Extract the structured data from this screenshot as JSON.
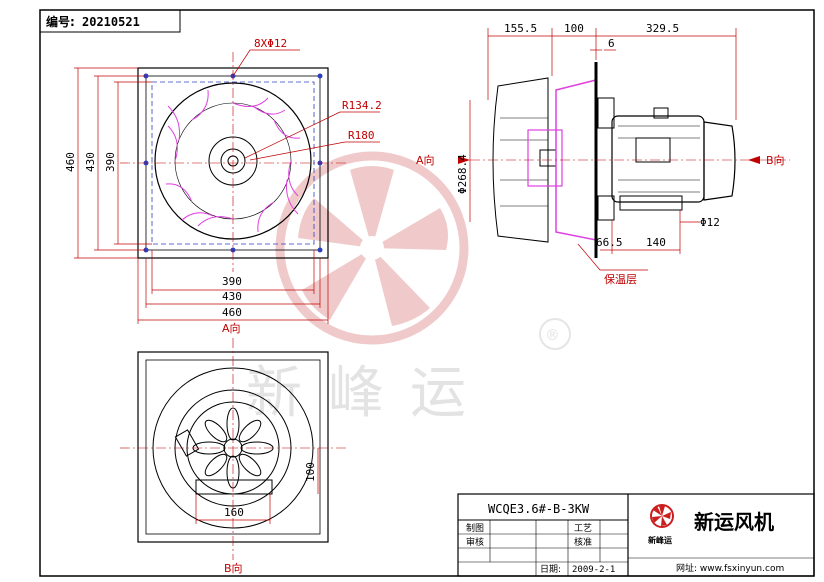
{
  "header": {
    "number_label": "编号:",
    "number_value": "20210521"
  },
  "front_view": {
    "holes": "8XΦ12",
    "r_small": "R134.2",
    "r_large": "R180",
    "dims_h": [
      "390",
      "430",
      "460"
    ],
    "dims_v": [
      "460",
      "430",
      "390"
    ],
    "view_label": "A向"
  },
  "side_view": {
    "dims_top": [
      "155.5",
      "100",
      "329.5",
      "6"
    ],
    "dia": "Φ268.4",
    "bolt": "Φ12",
    "dims_bottom": [
      "66.5",
      "140"
    ],
    "a_label": "A向",
    "b_label": "B向",
    "insulation": "保温层"
  },
  "bottom_view": {
    "dim_h": "160",
    "dim_v": "100",
    "view_label": "B向"
  },
  "watermark": {
    "brand": "新峰运",
    "registered": "®"
  },
  "title_block": {
    "model": "WCQE3.6#-B-3KW",
    "labels": [
      "制图",
      "审核",
      "工艺",
      "核准",
      "日期:"
    ],
    "date": "2009-2-1",
    "company": "新运风机",
    "logo_text": "新峰运",
    "website": "网址: www.fsxinyun.com"
  },
  "colors": {
    "line": "#000000",
    "dim": "#c00000",
    "hidden": "#2e3ec0",
    "insulation": "#e040e0",
    "watermark": "#e8a8a8"
  }
}
